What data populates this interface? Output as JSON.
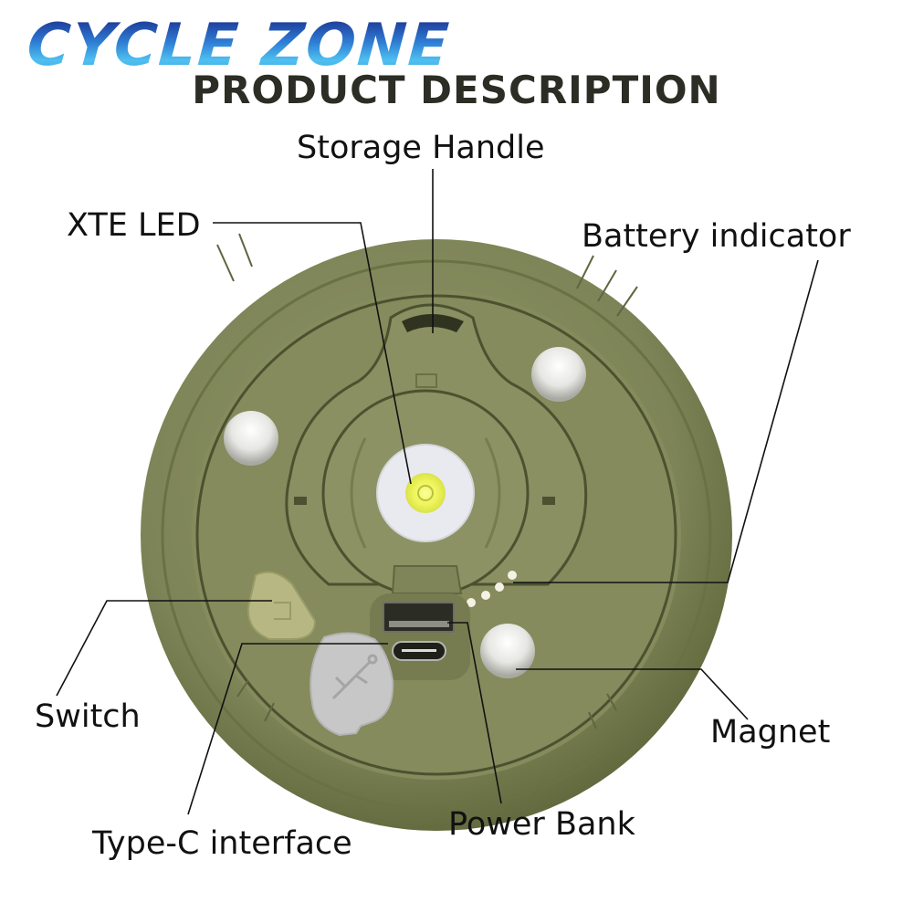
{
  "brand": {
    "logo_text": "CYCLE ZONE",
    "colors": {
      "dark": "#1b2f8f",
      "light": "#4fc0f0"
    }
  },
  "header": {
    "title": "PRODUCT DESCRIPTION"
  },
  "product": {
    "body_color": "#7d8457",
    "rim_color": "#626a3e",
    "face_color": "#8a9061",
    "led_color": "#f2f56a"
  },
  "callouts": [
    {
      "id": "storage-handle",
      "label": "Storage Handle"
    },
    {
      "id": "xte-led",
      "label": "XTE LED"
    },
    {
      "id": "battery-indicator",
      "label": "Battery indicator"
    },
    {
      "id": "switch",
      "label": "Switch"
    },
    {
      "id": "magnet",
      "label": "Magnet"
    },
    {
      "id": "power-bank",
      "label": "Power Bank"
    },
    {
      "id": "type-c-interface",
      "label": "Type-C interface"
    }
  ],
  "icons": {
    "usb": "usb-icon",
    "power": "power-icon"
  }
}
